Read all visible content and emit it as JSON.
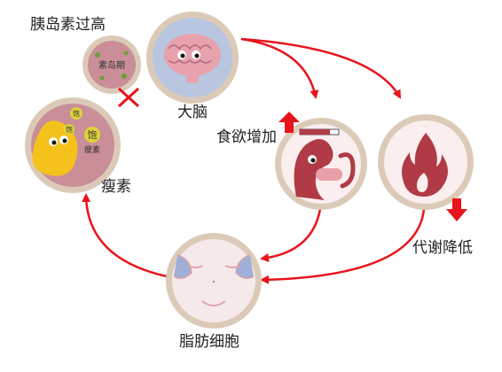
{
  "labels": {
    "insulin_high": "胰岛素过高",
    "brain": "大脑",
    "leptin": "瘦素",
    "appetite_up": "食欲增加",
    "metabolism_down": "代谢降低",
    "fat_cells": "脂肪细胞"
  },
  "insulin_circle_text": "素岛期",
  "leptin_circle_texts": [
    "饱",
    "饱",
    "饱",
    "瘦素"
  ],
  "colors": {
    "arrow_red": "#e8141c",
    "ring": "#dccab8",
    "dark_red": "#b03a45",
    "brain_bg": "#b8c6e0",
    "brain_pink": "#e7a2ae",
    "leptin_yellow": "#f5c21c",
    "fat_skin": "#f6e9ea"
  }
}
